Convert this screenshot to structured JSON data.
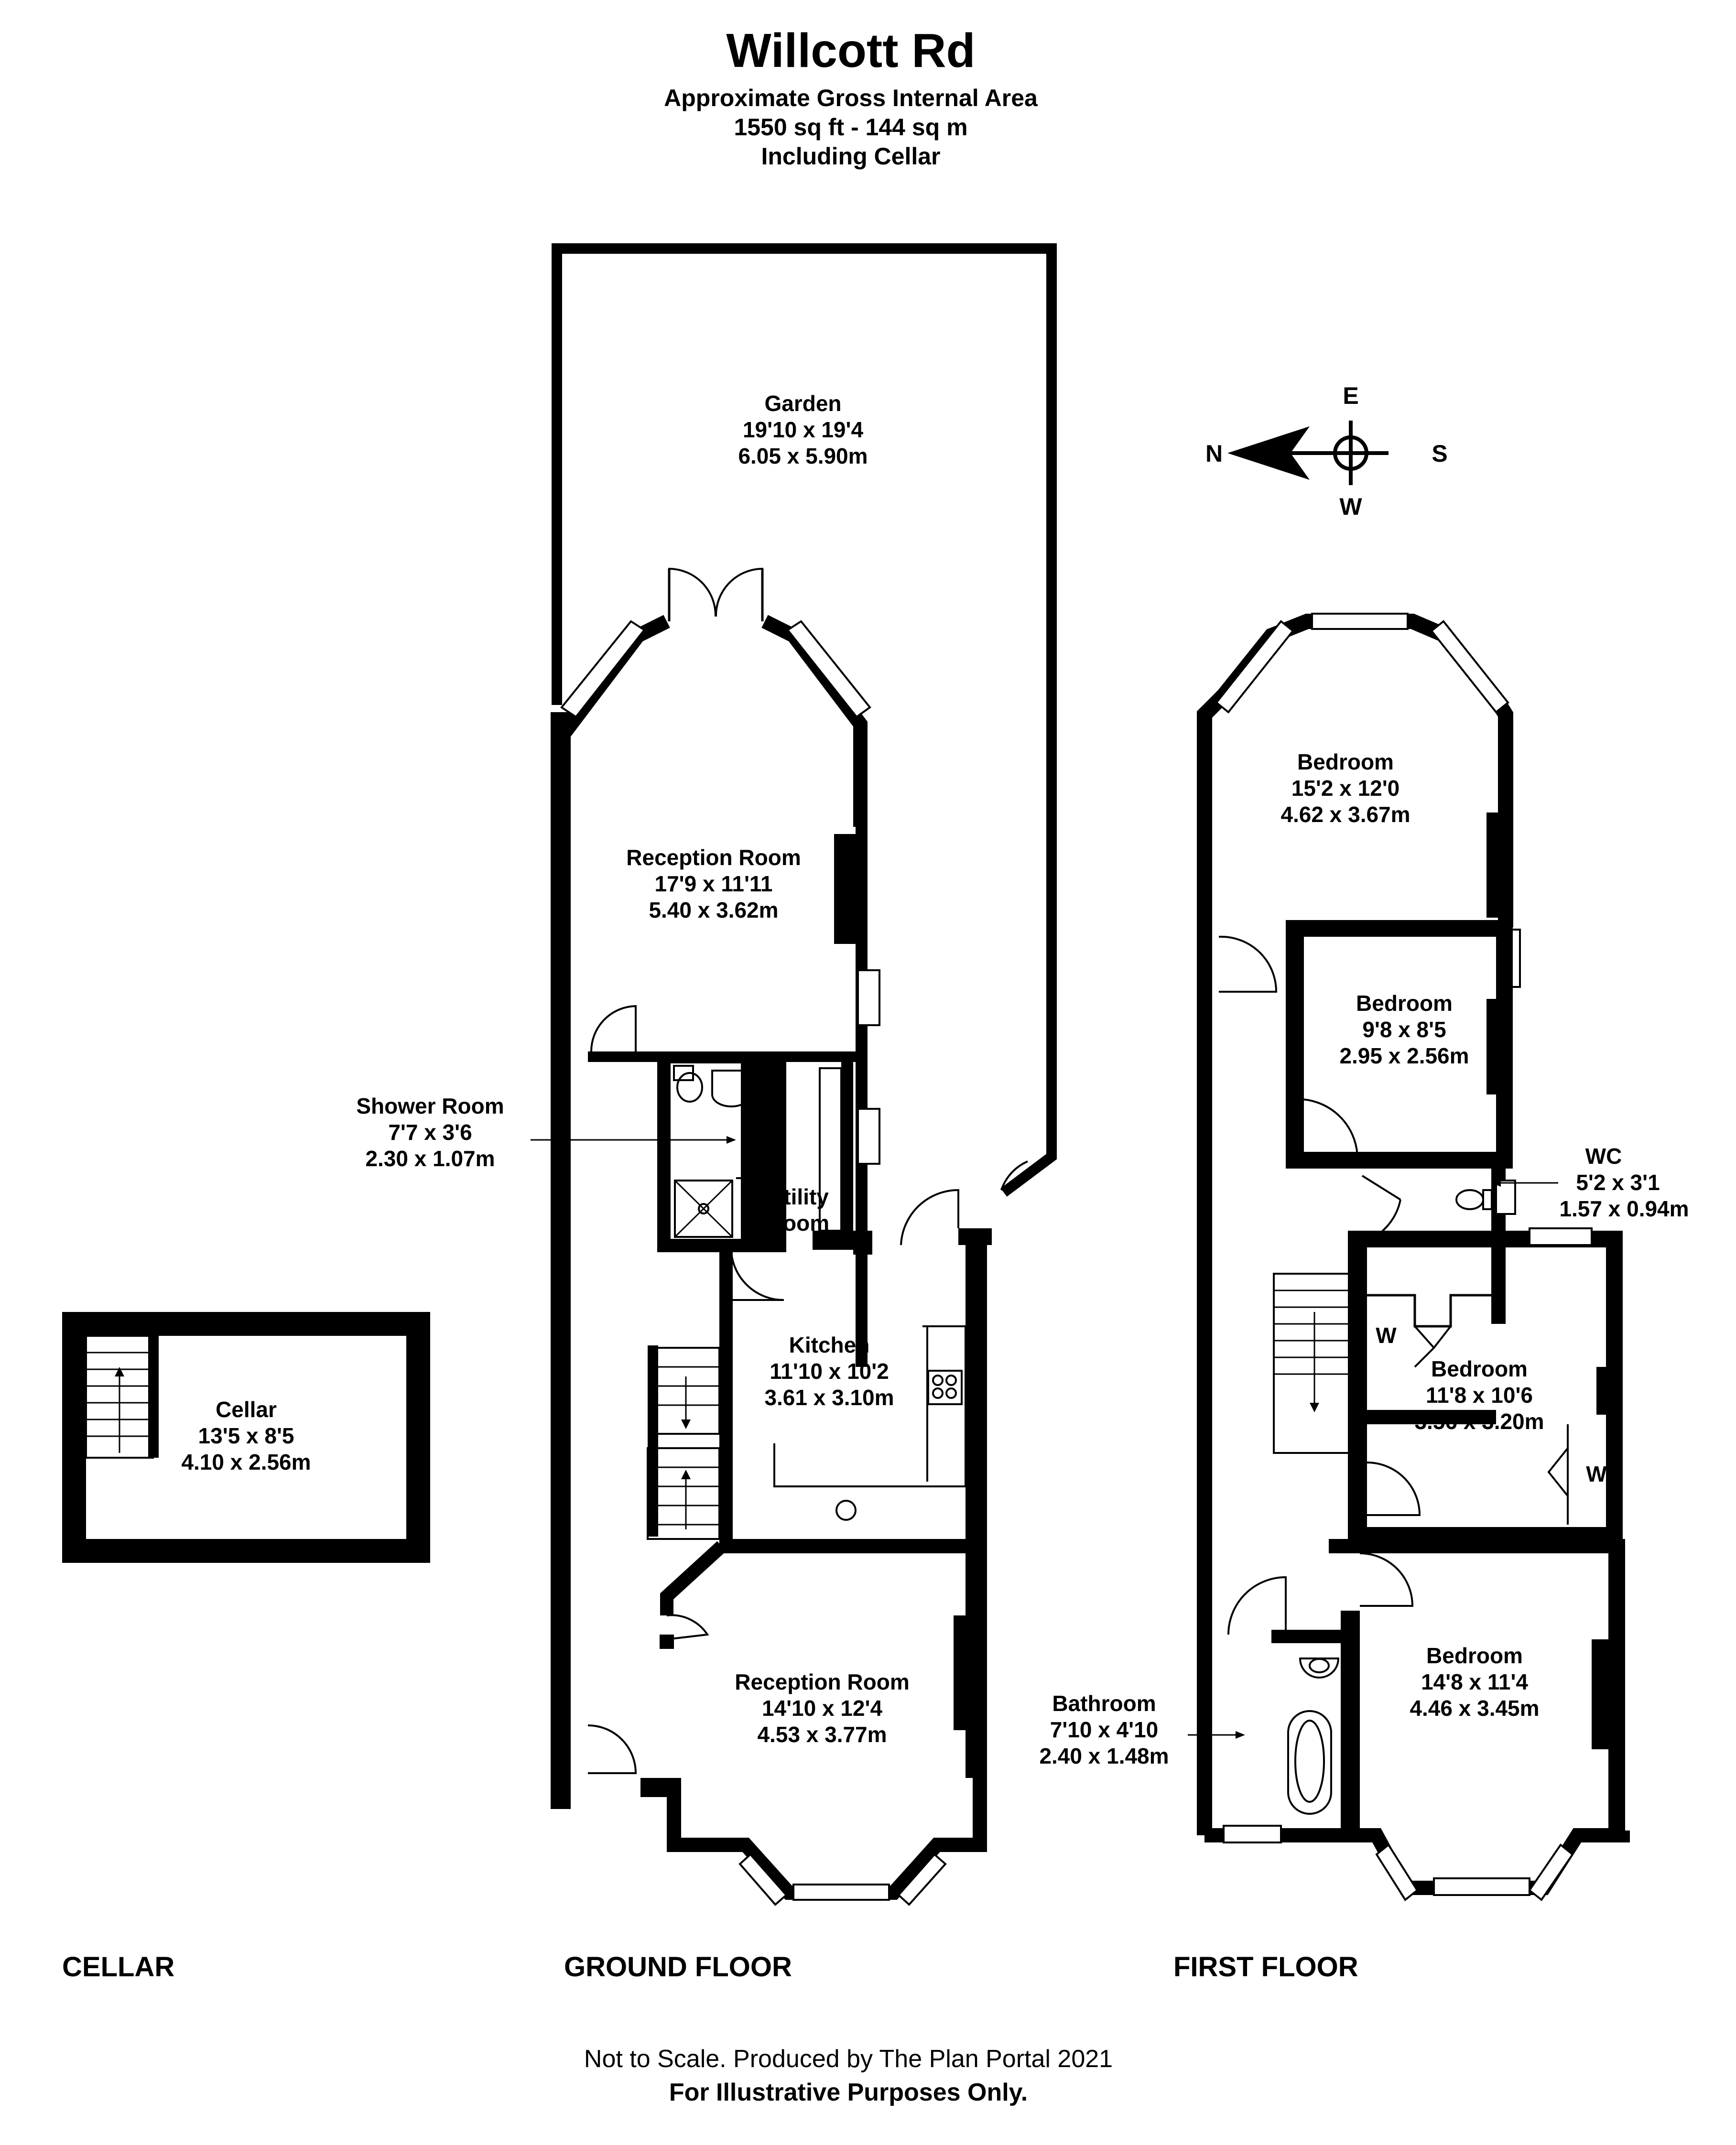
{
  "header": {
    "title": "Willcott Rd",
    "area_label": "Approximate Gross Internal Area",
    "area_value": "1550 sq ft - 144 sq m",
    "area_note": "Including Cellar"
  },
  "compass": {
    "north": "N",
    "east": "E",
    "south": "S",
    "west": "W"
  },
  "floors": {
    "cellar": "CELLAR",
    "ground": "GROUND FLOOR",
    "first": "FIRST FLOOR"
  },
  "rooms": {
    "garden": {
      "name": "Garden",
      "imperial": "19'10 x 19'4",
      "metric": "6.05 x 5.90m"
    },
    "reception1": {
      "name": "Reception Room",
      "imperial": "17'9 x 11'11",
      "metric": "5.40 x 3.62m"
    },
    "shower": {
      "name": "Shower Room",
      "imperial": "7'7 x 3'6",
      "metric": "2.30 x 1.07m"
    },
    "utility": {
      "line1": "Utility",
      "line2": "Room"
    },
    "kitchen": {
      "name": "Kitchen",
      "imperial": "11'10 x 10'2",
      "metric": "3.61 x 3.10m"
    },
    "reception2": {
      "name": "Reception Room",
      "imperial": "14'10 x 12'4",
      "metric": "4.53 x 3.77m"
    },
    "cellar": {
      "name": "Cellar",
      "imperial": "13'5 x 8'5",
      "metric": "4.10 x 2.56m"
    },
    "bed1": {
      "name": "Bedroom",
      "imperial": "15'2 x 12'0",
      "metric": "4.62 x 3.67m"
    },
    "bed2": {
      "name": "Bedroom",
      "imperial": "9'8 x 8'5",
      "metric": "2.95 x 2.56m"
    },
    "wc": {
      "name": "WC",
      "imperial": "5'2 x 3'1",
      "metric": "1.57 x 0.94m"
    },
    "bed3": {
      "name": "Bedroom",
      "imperial": "11'8 x 10'6",
      "metric": "3.56 x 3.20m"
    },
    "bathroom": {
      "name": "Bathroom",
      "imperial": "7'10 x 4'10",
      "metric": "2.40 x 1.48m"
    },
    "bed4": {
      "name": "Bedroom",
      "imperial": "14'8 x 11'4",
      "metric": "4.46 x 3.45m"
    }
  },
  "wardrobe_label": "W",
  "footer": {
    "line1": "Not to Scale. Produced by The Plan Portal 2021",
    "line2": "For Illustrative Purposes Only."
  }
}
